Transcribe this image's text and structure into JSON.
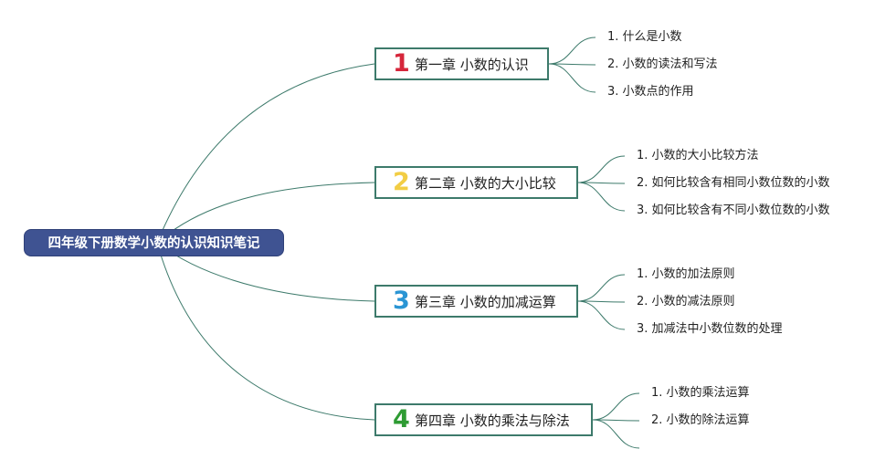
{
  "root": {
    "title": "四年级下册数学小数的认识知识笔记"
  },
  "chapters": [
    {
      "number": "1",
      "color": "#d6263b",
      "title": "第一章 小数的认识",
      "topics": [
        "1. 什么是小数",
        "2. 小数的读法和写法",
        "3. 小数点的作用"
      ]
    },
    {
      "number": "2",
      "color": "#f2cd44",
      "title": "第二章 小数的大小比较",
      "topics": [
        "1. 小数的大小比较方法",
        "2. 如何比较含有相同小数位数的小数",
        "3. 如何比较含有不同小数位数的小数"
      ]
    },
    {
      "number": "3",
      "color": "#2a95d4",
      "title": "第三章 小数的加减运算",
      "topics": [
        "1. 小数的加法原则",
        "2. 小数的减法原则",
        "3. 加减法中小数位数的处理"
      ]
    },
    {
      "number": "4",
      "color": "#2e9b33",
      "title": "第四章 小数的乘法与除法",
      "topics": [
        "1. 小数的乘法运算",
        "2. 小数的除法运算"
      ]
    }
  ],
  "colors": {
    "line": "#3d7a6b",
    "root_bg": "#3f5392"
  }
}
